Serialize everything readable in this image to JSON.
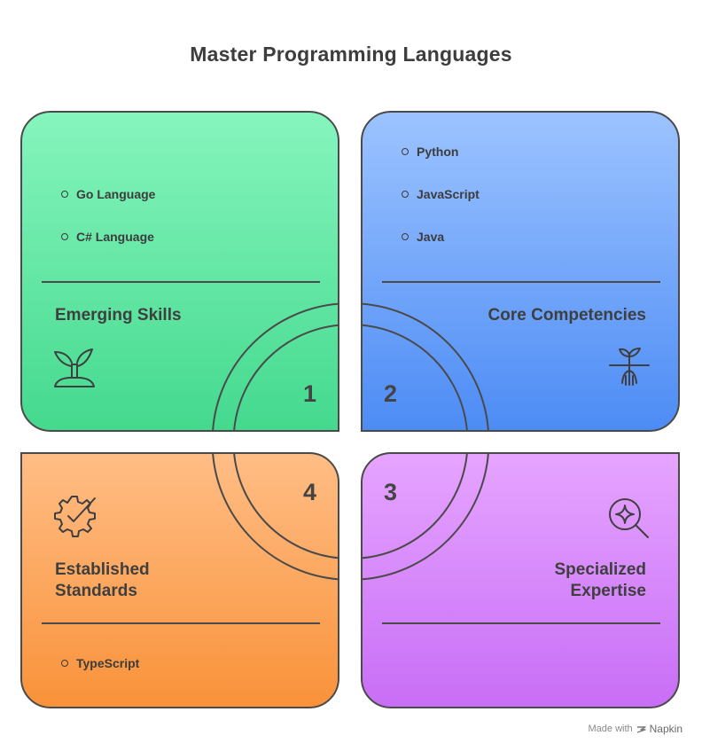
{
  "title": "Master Programming Languages",
  "quadrants": {
    "q1": {
      "heading": "Emerging Skills",
      "number": "1",
      "items": [
        "Go Language",
        "C# Language"
      ],
      "icon": "sprout-icon",
      "color_top": "#86f5bd",
      "color_bottom": "#44d98e"
    },
    "q2": {
      "heading": "Core Competencies",
      "number": "2",
      "items": [
        "Python",
        "JavaScript",
        "Java"
      ],
      "icon": "plant-roots-icon",
      "color_top": "#9cc3ff",
      "color_bottom": "#4d8cf5"
    },
    "q3": {
      "heading_line1": "Specialized",
      "heading_line2": "Expertise",
      "number": "3",
      "items": [],
      "icon": "magnifier-sparkle-icon",
      "color_top": "#e6a4ff",
      "color_bottom": "#c86ef6"
    },
    "q4": {
      "heading_line1": "Established",
      "heading_line2": "Standards",
      "number": "4",
      "items": [
        "TypeScript"
      ],
      "icon": "gear-check-icon",
      "color_top": "#ffbd85",
      "color_bottom": "#f9923a"
    }
  },
  "footer": {
    "made_with": "Made with",
    "brand": "Napkin"
  }
}
